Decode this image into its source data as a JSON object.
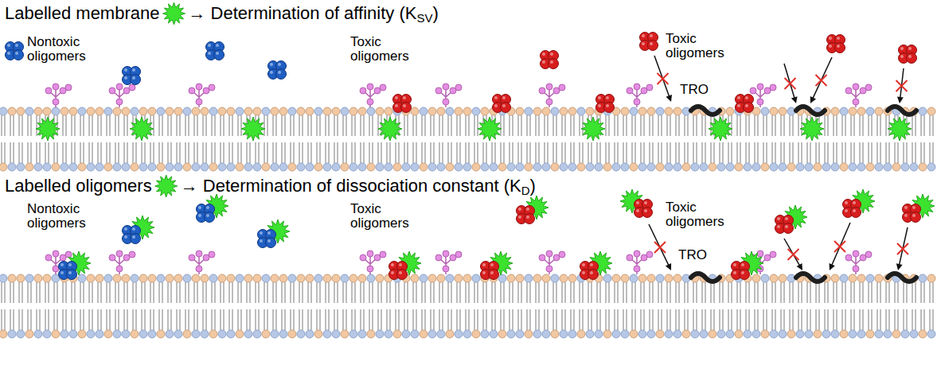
{
  "diagram": {
    "labels": [
      "Labelled membrane",
      "→ Determination of affinity (K",
      "SV",
      ")",
      "Nontoxic oligomers",
      "Toxic oligomers",
      "Toxic oligomers",
      "TRO",
      "Labelled oligomers",
      "→ Determination of dissociation constant (K",
      "D",
      ")",
      "Nontoxic oligomers",
      "Toxic oligomers",
      "Toxic oligomers",
      "TRO"
    ]
  }
}
